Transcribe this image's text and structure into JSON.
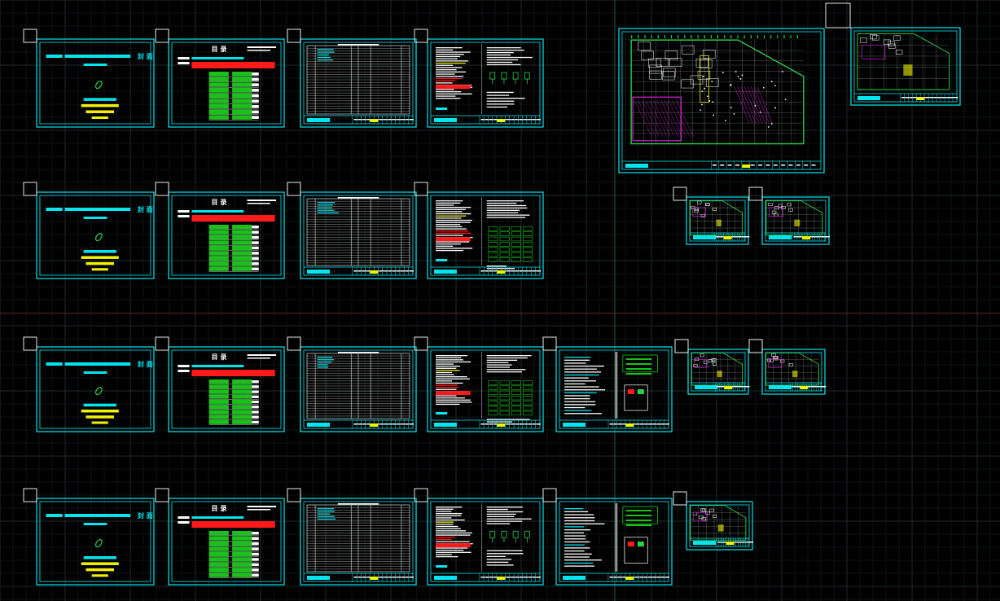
{
  "canvas": {
    "background": "#000000",
    "grid_major_color": "#1f2a2a",
    "grid_minor_color": "#0d1414",
    "axis_green": "#2a5a3a",
    "axis_red": "#5a1a1a"
  },
  "colors": {
    "frame": "#00e5ee",
    "corner_box": "#e8e8e8",
    "title_bar": "#00e5ee",
    "red_band": "#ff1a1a",
    "green_cell": "#19c219",
    "yellow": "#f2f200",
    "white": "#ffffff",
    "magenta": "#d020d0",
    "plan_green": "#2ad04a",
    "dim_gray": "#909090"
  },
  "sheet_types": [
    "cover",
    "index",
    "list",
    "notes",
    "notes-wide",
    "detail",
    "plan-small",
    "plan-large"
  ],
  "rows": [
    {
      "sheets": [
        "cover",
        "index",
        "list",
        "notes",
        "plan-large",
        "plan-small"
      ]
    },
    {
      "sheets": [
        "cover",
        "index",
        "list",
        "notes-wide",
        "plan-small",
        "plan-small"
      ]
    },
    {
      "sheets": [
        "cover",
        "index",
        "list",
        "notes-wide",
        "detail",
        "plan-small",
        "plan-small"
      ]
    },
    {
      "sheets": [
        "cover",
        "index",
        "list",
        "notes",
        "detail",
        "plan-small"
      ]
    }
  ],
  "cover_title_glyph": "封 面",
  "index_title_glyph": "目 录"
}
